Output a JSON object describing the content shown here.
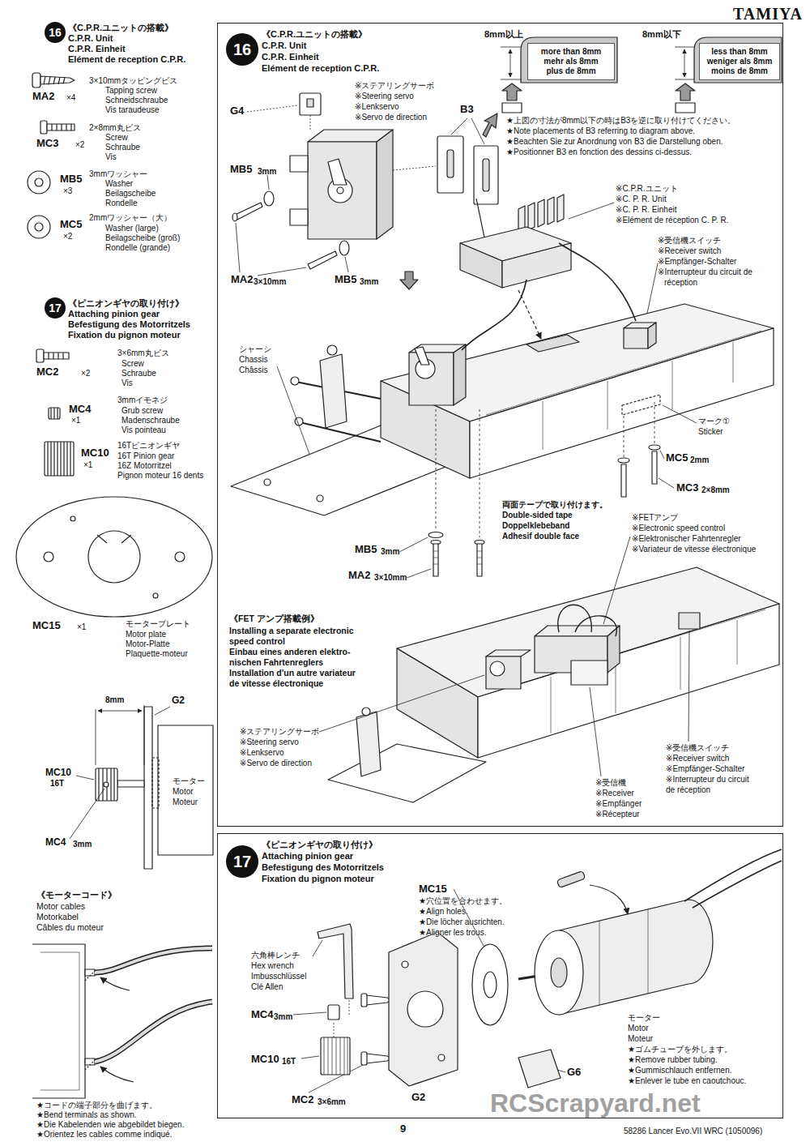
{
  "diagram": {
    "nodes": [
      {
        "text": [
          "16"
        ]
      },
      {
        "text": [
          "17"
        ]
      },
      {
        "text": [
          "《C.P.R.ユニットの搭載》",
          "C.P.R. Unit",
          "C.P.R. Einheit",
          "Elément de reception C.P.R."
        ]
      },
      {
        "text": [
          "16"
        ],
        "in": 2
      },
      {
        "text": [
          "more than 8mm",
          "mehr als 8mm",
          "plus de 8mm"
        ],
        "in": 2
      },
      {
        "text": [
          "less than 8mm",
          "weniger als 8mm",
          "moins de 8mm"
        ],
        "in": 2
      },
      {
        "text": [
          "《ピニオンギヤの取り付け》",
          "Attaching pinion gear",
          "Befestigung des Motorritzels",
          "Fixation du pignon moteur"
        ]
      },
      {
        "text": [
          "17"
        ],
        "in": 6
      }
    ],
    "labels": [
      "TAMIYA",
      "《C.P.R.ユニットの搭載》",
      "C.P.R. Unit",
      "C.P.R. Einheit",
      "Elément de reception C.P.R.",
      "MA2",
      "×4",
      "3×10mmタッピングビス",
      "Tapping screw",
      "Schneidschraube",
      "Vis taraudeuse",
      "MC3",
      "×2",
      "2×8mm丸ビス",
      "Screw",
      "Schraube",
      "Vis",
      "MB5",
      "×3",
      "3mmワッシャー",
      "Washer",
      "Beilagscheibe",
      "Rondelle",
      "MC5",
      "×2",
      "2mmワッシャー（大）",
      "Washer (large)",
      "Beilagscheibe (groß)",
      "Rondelle (grande)",
      "《ピニオンギヤの取り付け》",
      "Attaching pinion gear",
      "Befestigung des Motorritzels",
      "Fixation du pignon moteur",
      "MC2",
      "×2",
      "3×6mm丸ビス",
      "Screw",
      "Schraube",
      "Vis",
      "MC4",
      "×1",
      "3mmイモネジ",
      "Grub screw",
      "Madenschraube",
      "Vis pointeau",
      "MC10",
      "×1",
      "16Tピニオンギヤ",
      "16T Pinion gear",
      "16Z Motorritzel",
      "Pignon moteur 16 dents",
      "MC15",
      "×1",
      "モータープレート",
      "Motor plate",
      "Motor-Platte",
      "Plaquette-moteur",
      "8mm",
      "G2",
      "MC10",
      "16T",
      "モーター",
      "Motor",
      "Moteur",
      "MC4",
      "3mm",
      "《モーターコード》",
      "Motor cables",
      "Motorkabel",
      "Câbles du moteur",
      "★コードの端子部分を曲げます。",
      "★Bend terminals as shown.",
      "★Die Kabelenden wie abgebildet biegen.",
      "★Orientez les cables comme indiqué.",
      "8mm以上",
      "8mm以下",
      "★上図の寸法が8mm以下の時はB3を逆に取り付けてください。",
      "★Note placements of B3 referring to diagram above.",
      "★Beachten Sie zur Anordnung von B3 die Darstellung oben.",
      "★Positionner B3 en fonction des dessins ci-dessus.",
      "※ステアリングサーボ",
      "※Steering servo",
      "※Lenkservo",
      "※Servo de direction",
      "G4",
      "B3",
      "MB5",
      "3mm",
      "MA2",
      "3×10mm",
      "MB5",
      "3mm",
      "※C.P.R.ユニット",
      "※C. P. R. Unit",
      "※C. P. R. Einheit",
      "※Elément de réception C. P. R.",
      "※受信機スイッチ",
      "※Receiver switch",
      "※Empfänger-Schalter",
      "※Interrupteur du circuit de",
      "réception",
      "シャーシ",
      "Chassis",
      "Châssis",
      "マーク①",
      "Sticker",
      "MC5",
      "2mm",
      "MC3",
      "2×8mm",
      "両面テープで取り付けます。",
      "Double-sided tape",
      "Doppelklebeband",
      "Adhesif double face",
      "MB5",
      "3mm",
      "MA2",
      "3×10mm",
      "※FETアンプ",
      "※Electronic speed control",
      "※Elektronischer Fahrtenregler",
      "※Variateur de vitesse électronique",
      "《FET アンプ搭載例》",
      "Installing a separate electronic",
      "speed control",
      "Einbau eines anderen elektro-",
      "nischen Fahrtenreglers",
      "Installation d'un autre variateur",
      "de vitesse électronique",
      "※ステアリングサーボ",
      "※Steering servo",
      "※Lenkservo",
      "※Servo de direction",
      "※受信機",
      "※Receiver",
      "※Empfänger",
      "※Récepteur",
      "※受信機スイッチ",
      "※Receiver switch",
      "※Empfänger-Schalter",
      "※Interrupteur du circuit",
      "de réception",
      "MC15",
      "★穴位置を合わせます。",
      "★Align holes.",
      "★Die löcher ausrichten.",
      "★Aligner les trous.",
      "六角棒レンチ",
      "Hex wrench",
      "Imbusschlüssel",
      "Clé Allen",
      "MC4",
      "3mm",
      "MC10",
      "16T",
      "MC2",
      "3×6mm",
      "G2",
      "G6",
      "モーター",
      "Motor",
      "Moteur",
      "★ゴムチューブを外します。",
      "★Remove rubber tubing.",
      "★Gummischlauch entfernen.",
      "★Enlever le tube en caoutchouc.",
      "RCScrapyard.net",
      "9",
      "58286 Lancer Evo.VII WRC (1050096)"
    ]
  }
}
